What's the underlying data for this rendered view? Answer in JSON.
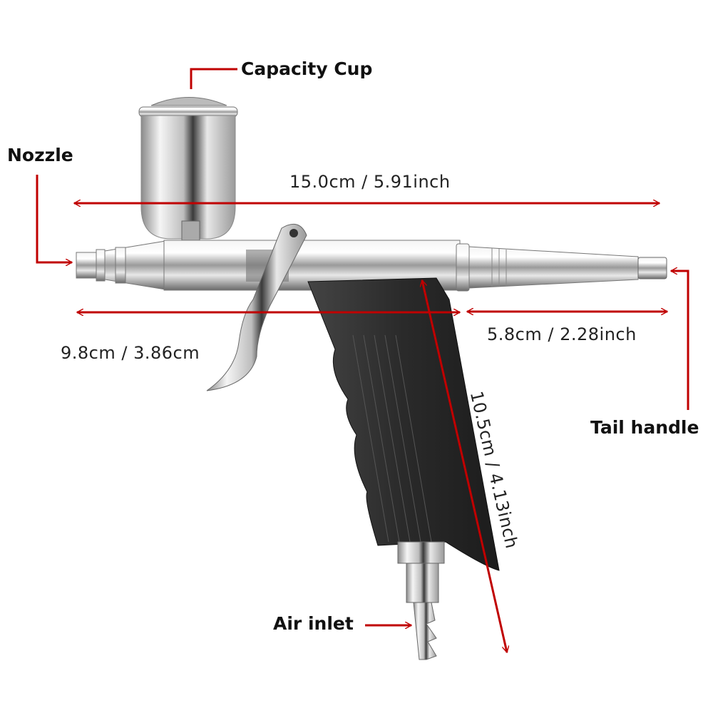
{
  "labels": {
    "capacity_cup": "Capacity Cup",
    "nozzle": "Nozzle",
    "tail_handle": "Tail handle",
    "air_inlet": "Air inlet"
  },
  "dimensions": {
    "total_length": "15.0cm / 5.91inch",
    "front_length": "9.8cm / 3.86cm",
    "tail_length": "5.8cm / 2.28inch",
    "handle_height": "10.5cm / 4.13inch"
  },
  "colors": {
    "annotation": "#c00000",
    "handle": "#2b2b2b",
    "metal": "#c8c8c8"
  }
}
